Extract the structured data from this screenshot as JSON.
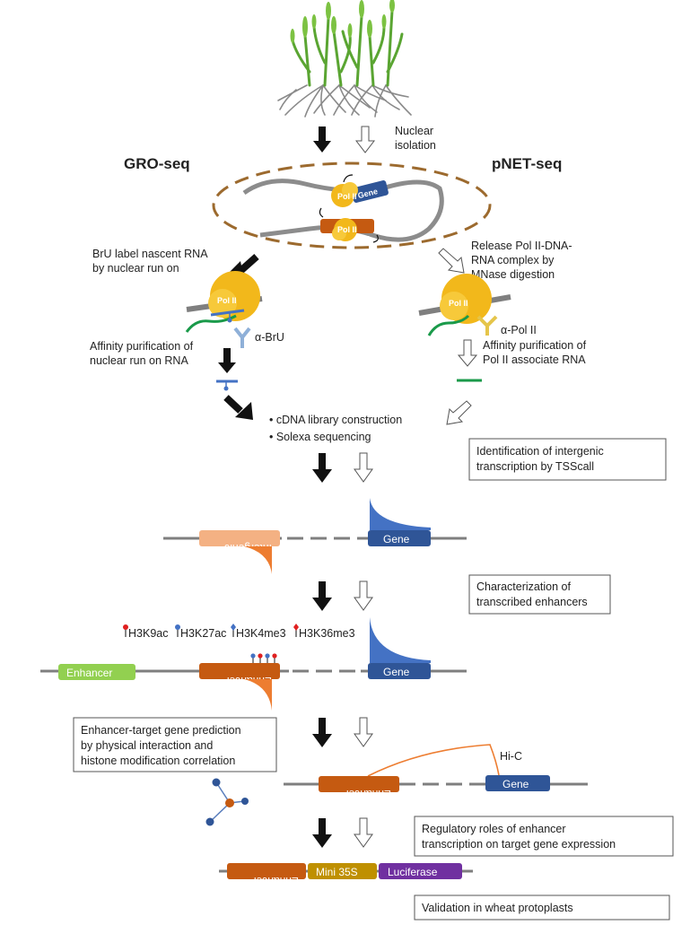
{
  "headers": {
    "left": "GRO-seq",
    "right": "pNET-seq"
  },
  "steps": {
    "nuclear_isolation": [
      "Nuclear",
      "isolation"
    ],
    "bru_label": [
      "BrU label nascent RNA",
      "by nuclear run on"
    ],
    "release": [
      "Release Pol II-DNA-",
      "RNA complex by",
      "MNase digestion"
    ],
    "affinity_left": [
      "Affinity purification of",
      "nuclear run on RNA"
    ],
    "affinity_right": [
      "Affinity purification of",
      "Pol II associate RNA"
    ],
    "library": [
      "• cDNA library construction",
      "• Solexa sequencing"
    ]
  },
  "antibodies": {
    "left": "α-BrU",
    "right": "α-Pol II"
  },
  "complex_labels": {
    "pol": "Pol II",
    "pol_small": "Pol II",
    "gene": "Gene",
    "enh_flipped": "Enh"
  },
  "boxes": {
    "identification": [
      "Identification of  intergenic",
      "transcription by TSScall"
    ],
    "characterization": [
      "Characterization of",
      "transcribed enhancers"
    ],
    "prediction": [
      "Enhancer-target gene prediction",
      "by physical interaction and",
      "histone modification correlation"
    ],
    "regulatory": [
      "Regulatory roles of enhancer",
      "transcription on target gene expression"
    ],
    "validation": [
      "Validation in wheat protoplasts"
    ]
  },
  "tracks": {
    "intergenic": "Intergenic",
    "gene": "Gene",
    "enhancer": "Enhancer",
    "hic": "Hi-C",
    "mini35s": "Mini 35S",
    "luciferase": "Luciferase"
  },
  "histone_marks": [
    "H3K9ac",
    "H3K27ac",
    "H3K4me3",
    "H3K36me3"
  ],
  "colors": {
    "pol": "#f2b81b",
    "gene": "#2f5597",
    "enhancer": "#c55a11",
    "enhancer_green": "#92d050",
    "intergenic": "#f4b183",
    "peak_blue": "#4472c4",
    "peak_orange": "#ed7d31",
    "luciferase": "#7030a0",
    "mini35s": "#bf9000",
    "mark_red": "#e02020",
    "mark_blue": "#4472c4"
  }
}
